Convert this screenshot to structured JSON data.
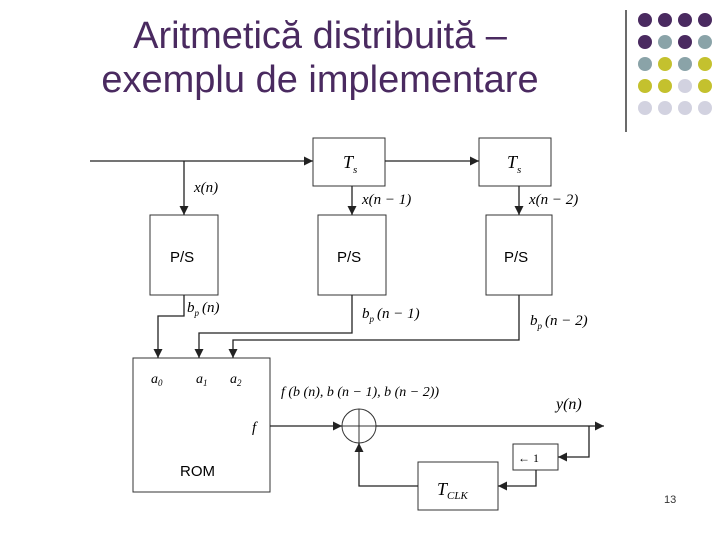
{
  "slide": {
    "title_line1": "Aritmetică distribuită –",
    "title_line2": "exemplu de implementare",
    "page_number": "13"
  },
  "colors": {
    "title": "#4a2a60",
    "dot_purple": "#4a2a60",
    "dot_teal": "#8aa3a8",
    "dot_yellow": "#c4c12e",
    "dot_light": "#d2d2e0",
    "rule": "#6b6b6b"
  },
  "diagram": {
    "delay_top": "T",
    "delay_sub": "s",
    "ps_label": "P/S",
    "x_n": "x(n)",
    "x_n1": "x(n − 1)",
    "x_n2": "x(n − 2)",
    "bp_n": "(n)",
    "bp_n1": "(n − 1)",
    "bp_n2": "(n − 2)",
    "bp_base": "b",
    "bp_sub": "p",
    "a0": "a",
    "a0_sub": "0",
    "a1": "a",
    "a1_sub": "1",
    "a2": "a",
    "a2_sub": "2",
    "rom_label": "ROM",
    "f_label": "f",
    "f_expr": "f (b (n), b (n − 1), b (n − 2))",
    "y_n": "y(n)",
    "shift": "← 1",
    "tclk": "T",
    "tclk_sub": "CLK"
  }
}
